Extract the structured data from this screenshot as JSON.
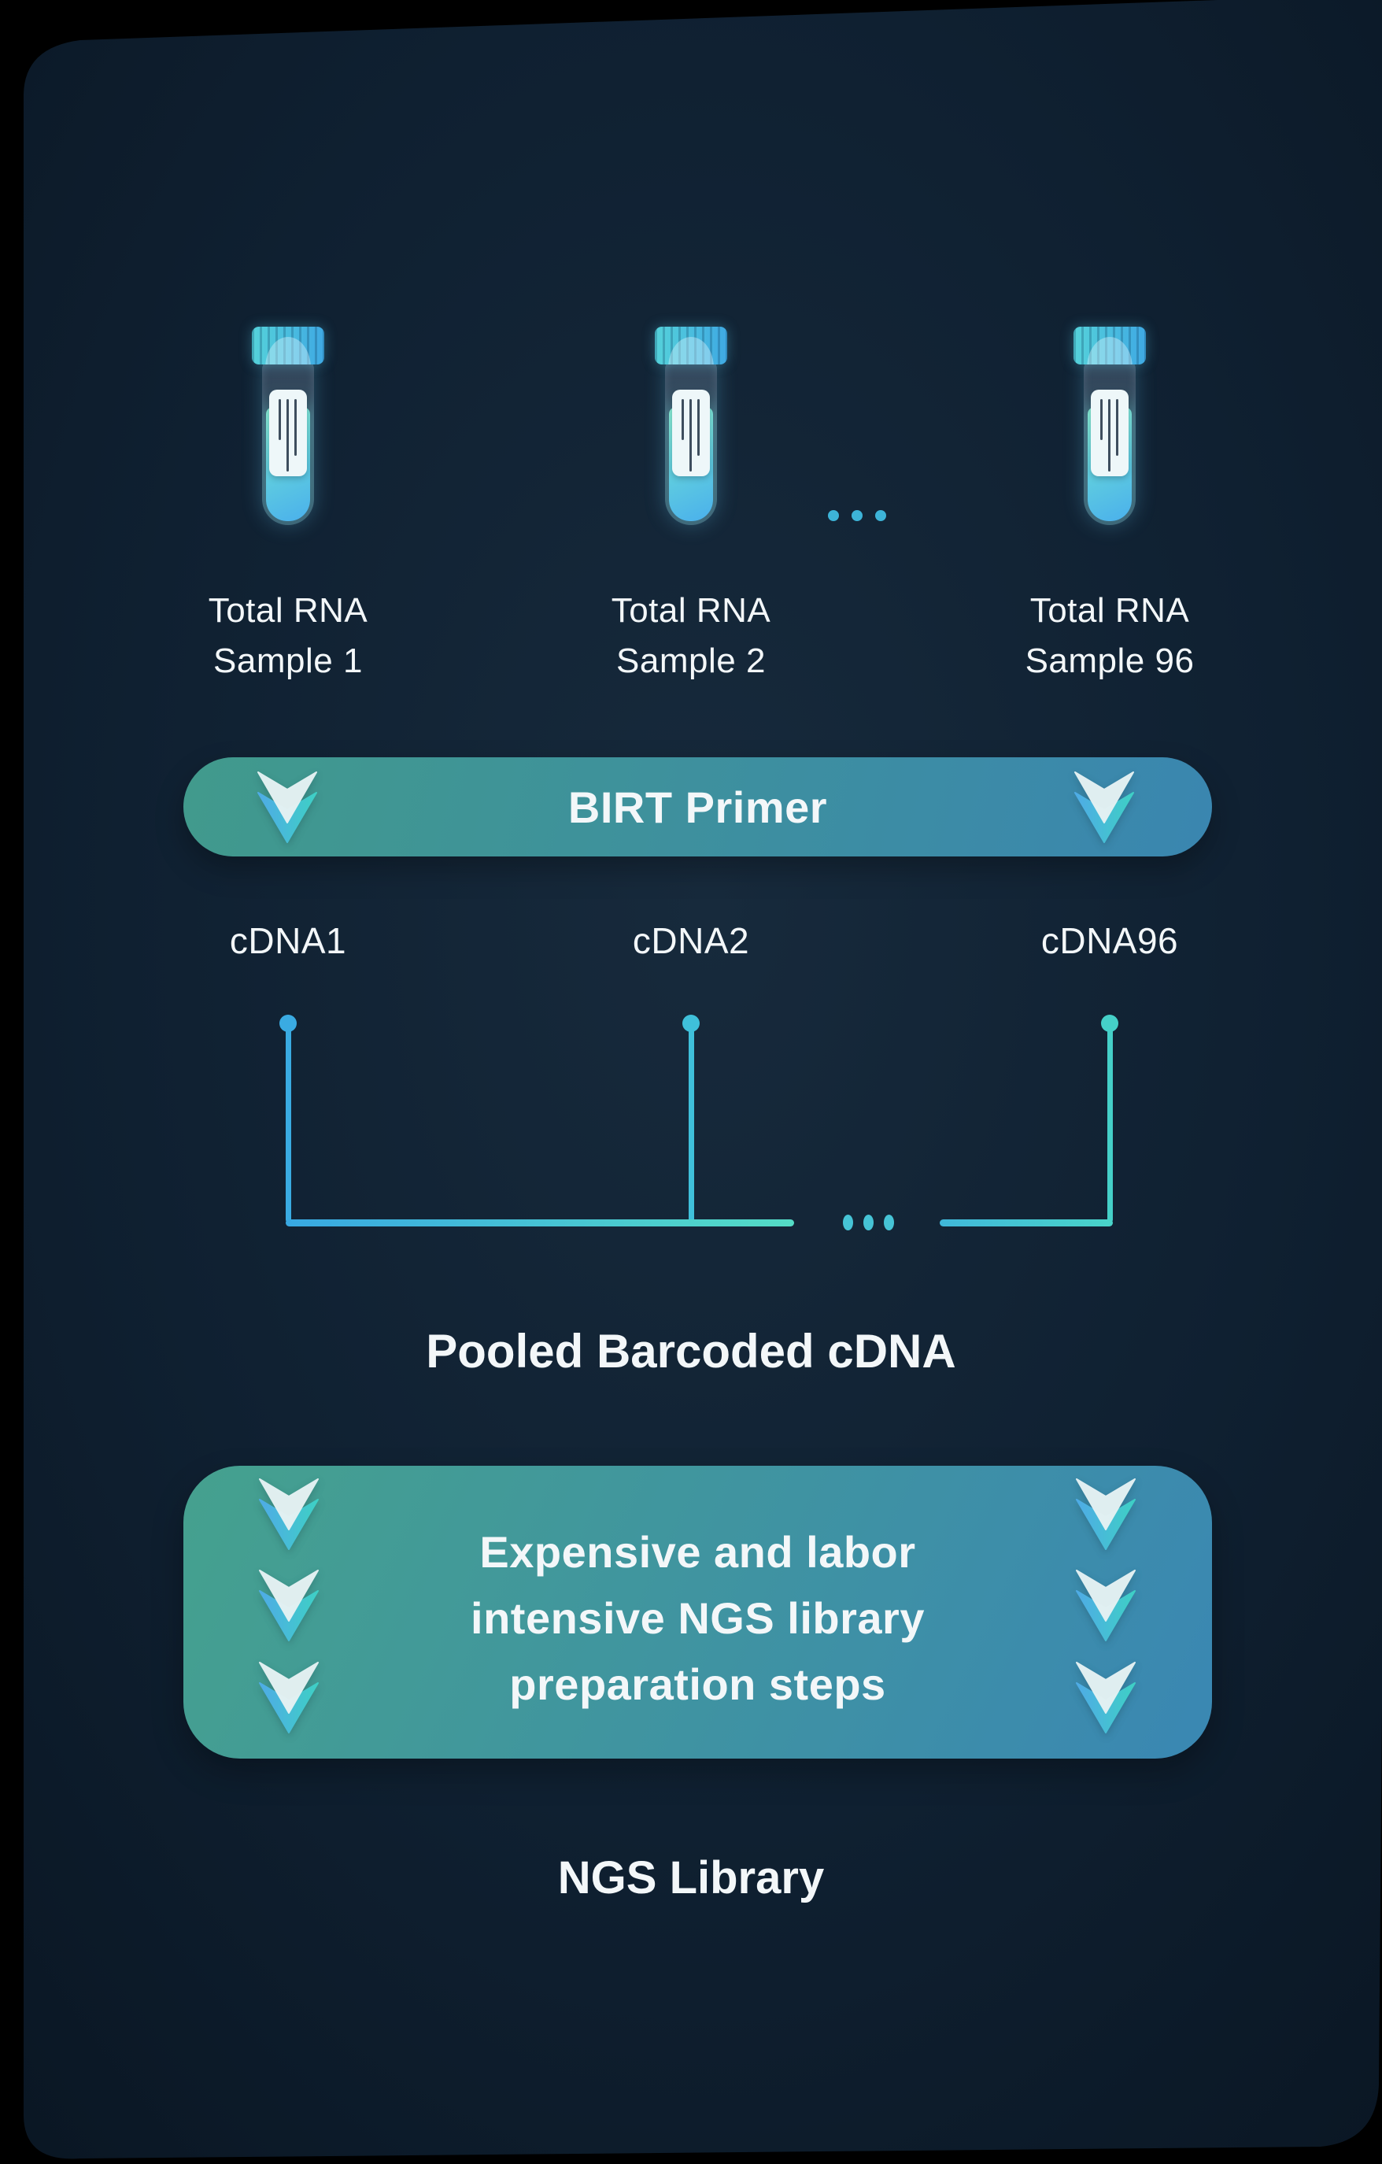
{
  "samples": [
    {
      "line1": "Total RNA",
      "line2": "Sample 1"
    },
    {
      "line1": "Total RNA",
      "line2": "Sample 2"
    },
    {
      "line1": "Total RNA",
      "line2": "Sample 96"
    }
  ],
  "primer_banner": {
    "label": "BIRT Primer"
  },
  "cdna": {
    "labels": [
      "cDNA1",
      "cDNA2",
      "cDNA96"
    ]
  },
  "pooled": {
    "label": "Pooled Barcoded cDNA"
  },
  "ngs_box": {
    "line1": "Expensive and labor",
    "line2": "intensive NGS library",
    "line3": "preparation steps"
  },
  "ngs_library": {
    "label": "NGS Library"
  },
  "icons": {
    "chevron": "chevron-down",
    "tube": "test-tube",
    "samples_ellipsis": "ellipsis-dots",
    "pool_ellipsis": "ellipsis-dots"
  },
  "colors": {
    "card_bg_center": "#172a3c",
    "card_bg_edge": "#0a1623",
    "banner_gradient": [
      "#419a8c",
      "#3a86b0"
    ],
    "box_gradient": [
      "#45a18e",
      "#3a87b3"
    ],
    "chevron_light": "#e6f2f3",
    "chevron_cyan": [
      "#4fabe6",
      "#3ed0c5"
    ],
    "stem_blue": "#3aabe2",
    "stem_cyan": "#3fc0da",
    "stem_teal": "#45d0c8",
    "pool_line_gradient": [
      "#38a8e2",
      "#54dcc6"
    ],
    "ellipsis_dot": "#3db4d8",
    "cap_gradient": [
      "#55d2da",
      "#3fa9e3"
    ],
    "liquid_gradient": [
      "#8aeed4",
      "#4ab0ec"
    ],
    "text": "#f3f7f9"
  }
}
